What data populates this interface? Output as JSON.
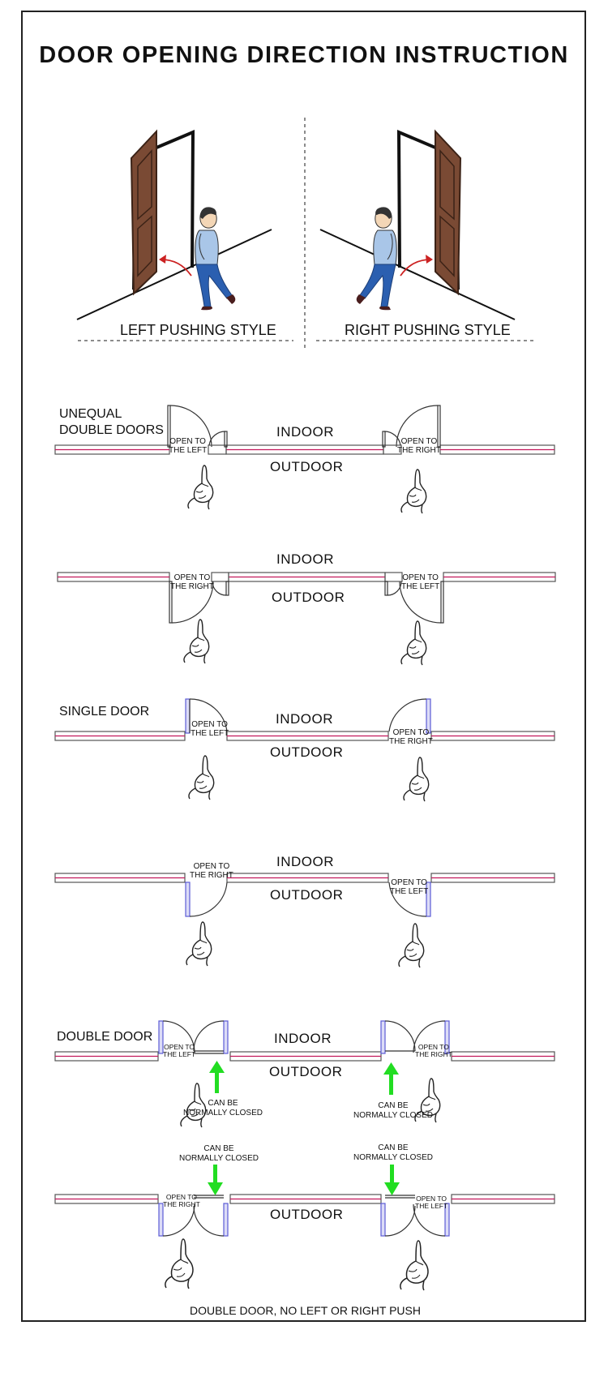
{
  "title": "DOOR OPENING DIRECTION INSTRUCTION",
  "styles": {
    "left": "LEFT PUSHING STYLE",
    "right": "RIGHT PUSHING STYLE"
  },
  "common": {
    "indoor": "INDOOR",
    "outdoor": "OUTDOOR",
    "open_left": "OPEN TO\nTHE LEFT",
    "open_right": "OPEN TO\nTHE RIGHT",
    "normally_closed": "CAN BE\nNORMALLY CLOSED"
  },
  "sections": {
    "unequal": "UNEQUAL\nDOUBLE DOORS",
    "single": "SINGLE DOOR",
    "double": "DOUBLE DOOR"
  },
  "footer": "DOUBLE DOOR, NO LEFT OR RIGHT PUSH",
  "colors": {
    "wall_line": "#c2185b",
    "hinge": "#5c5cd6",
    "arrow": "#22dd22",
    "door_wood": "#7a4a34",
    "shirt": "#a9c6e8",
    "pants": "#2b5fb0",
    "swing_arrow": "#cc2222"
  }
}
